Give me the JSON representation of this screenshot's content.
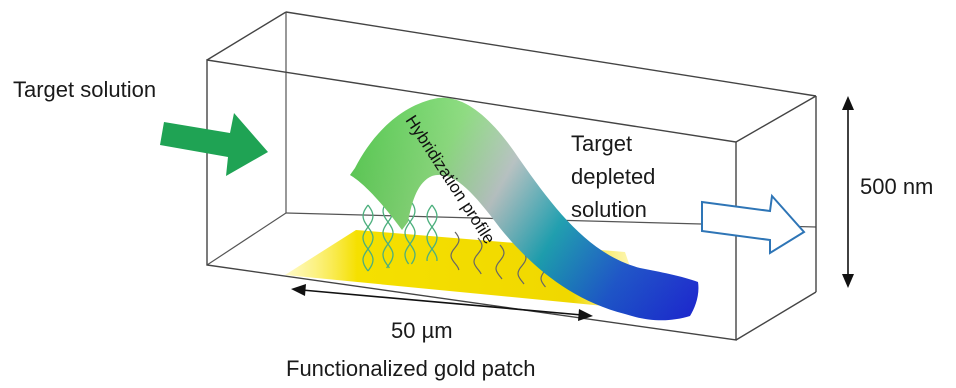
{
  "labels": {
    "target_solution": "Target solution",
    "depleted_line1": "Target",
    "depleted_line2": "depleted",
    "depleted_line3": "solution",
    "height": "500 nm",
    "width": "50 µm",
    "gold_patch": "Functionalized gold patch",
    "profile": "Hybridization profile"
  },
  "colors": {
    "inlet_arrow": "#1fa354",
    "outlet_arrow": "#2e75b6",
    "gold": "#f5e000",
    "profile_start": "#3fc43a",
    "profile_end": "#1f2fe0",
    "strand": "#4caf7d"
  }
}
